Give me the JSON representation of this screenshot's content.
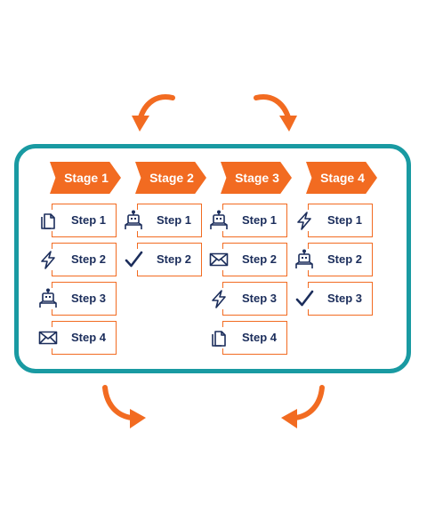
{
  "colors": {
    "accent": "#f26b21",
    "frame": "#199aa2",
    "text": "#1b2d5b",
    "background": "#ffffff"
  },
  "stages": [
    {
      "label": "Stage 1",
      "steps": [
        {
          "label": "Step 1",
          "icon": "document-icon"
        },
        {
          "label": "Step 2",
          "icon": "lightning-icon"
        },
        {
          "label": "Step 3",
          "icon": "robot-icon"
        },
        {
          "label": "Step 4",
          "icon": "envelope-icon"
        }
      ]
    },
    {
      "label": "Stage 2",
      "steps": [
        {
          "label": "Step 1",
          "icon": "robot-icon"
        },
        {
          "label": "Step 2",
          "icon": "checkmark-icon"
        }
      ]
    },
    {
      "label": "Stage 3",
      "steps": [
        {
          "label": "Step 1",
          "icon": "robot-icon"
        },
        {
          "label": "Step 2",
          "icon": "envelope-icon"
        },
        {
          "label": "Step 3",
          "icon": "lightning-icon"
        },
        {
          "label": "Step 4",
          "icon": "document-icon"
        }
      ]
    },
    {
      "label": "Stage 4",
      "steps": [
        {
          "label": "Step 1",
          "icon": "lightning-icon"
        },
        {
          "label": "Step 2",
          "icon": "robot-icon"
        },
        {
          "label": "Step 3",
          "icon": "checkmark-icon"
        }
      ]
    }
  ]
}
